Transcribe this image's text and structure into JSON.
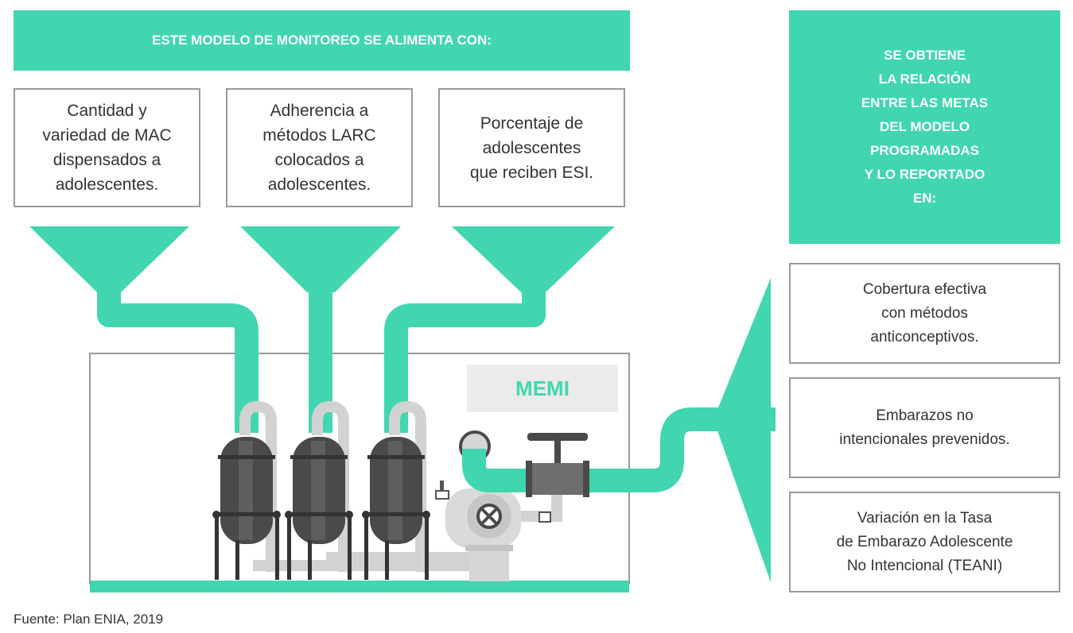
{
  "header": {
    "title": "ESTE MODELO DE  MONITOREO SE ALIMENTA CON:"
  },
  "inputs": [
    {
      "text": "Cantidad y\nvariedad de MAC\ndispensados a\nadolescentes."
    },
    {
      "text": "Adherencia a\nmétodos LARC\ncolocados a\nadolescentes."
    },
    {
      "text": "Porcentaje de\nadolescentes\nque reciben ESI."
    }
  ],
  "machine": {
    "label": "MEMI"
  },
  "results_header": {
    "title": "SE OBTIENE\nLA RELACIÓN\nENTRE LAS METAS\nDEL MODELO\nPROGRAMADAS\nY LO REPORTADO\nEN:"
  },
  "outputs": [
    {
      "text": "Cobertura efectiva\ncon métodos\nanticonceptivos."
    },
    {
      "text": "Embarazos no\nintencionales prevenidos."
    },
    {
      "text": "Variación en la Tasa\nde Embarazo Adolescente\nNo Intencional (TEANI)"
    }
  ],
  "footer": {
    "source": "Fuente: Plan ENIA, 2019"
  },
  "colors": {
    "accent": "#41d6b0",
    "tank": "#4a4a4a",
    "pipe": "#d2d2d2",
    "frame": "#9a9a9a"
  }
}
